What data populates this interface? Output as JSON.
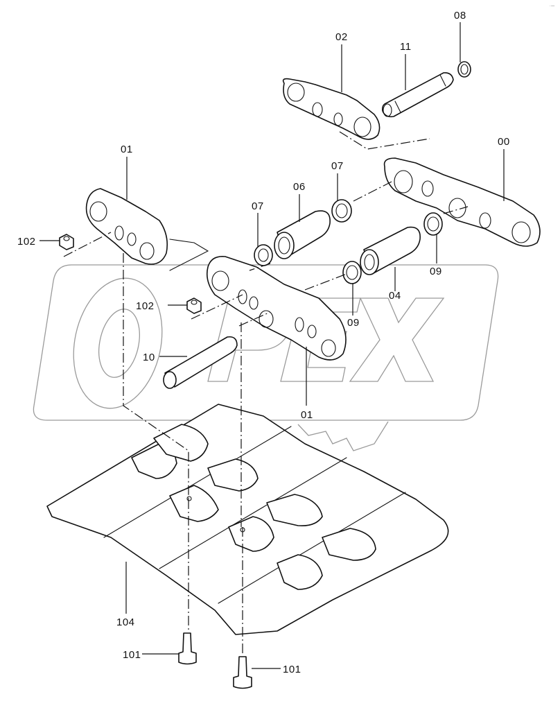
{
  "diagram": {
    "type": "exploded-parts-diagram",
    "subject": "track chain assembly",
    "watermark": "OPEX",
    "corner_mark": "·—",
    "callouts": [
      {
        "id": "c-02",
        "label": "02",
        "part": "link (master)"
      },
      {
        "id": "c-11",
        "label": "11",
        "part": "master pin"
      },
      {
        "id": "c-08",
        "label": "08",
        "part": "snap ring"
      },
      {
        "id": "c-01a",
        "label": "01",
        "part": "link"
      },
      {
        "id": "c-00",
        "label": "00",
        "part": "link assembly"
      },
      {
        "id": "c-07a",
        "label": "07",
        "part": "seal ring"
      },
      {
        "id": "c-06",
        "label": "06",
        "part": "bushing"
      },
      {
        "id": "c-07b",
        "label": "07",
        "part": "seal ring"
      },
      {
        "id": "c-102a",
        "label": "102",
        "part": "nut"
      },
      {
        "id": "c-09a",
        "label": "09",
        "part": "seal"
      },
      {
        "id": "c-04",
        "label": "04",
        "part": "bushing"
      },
      {
        "id": "c-102b",
        "label": "102",
        "part": "nut"
      },
      {
        "id": "c-09b",
        "label": "09",
        "part": "seal"
      },
      {
        "id": "c-10",
        "label": "10",
        "part": "pin"
      },
      {
        "id": "c-01b",
        "label": "01",
        "part": "link"
      },
      {
        "id": "c-104",
        "label": "104",
        "part": "track shoe"
      },
      {
        "id": "c-101a",
        "label": "101",
        "part": "bolt"
      },
      {
        "id": "c-101b",
        "label": "101",
        "part": "bolt"
      }
    ]
  }
}
